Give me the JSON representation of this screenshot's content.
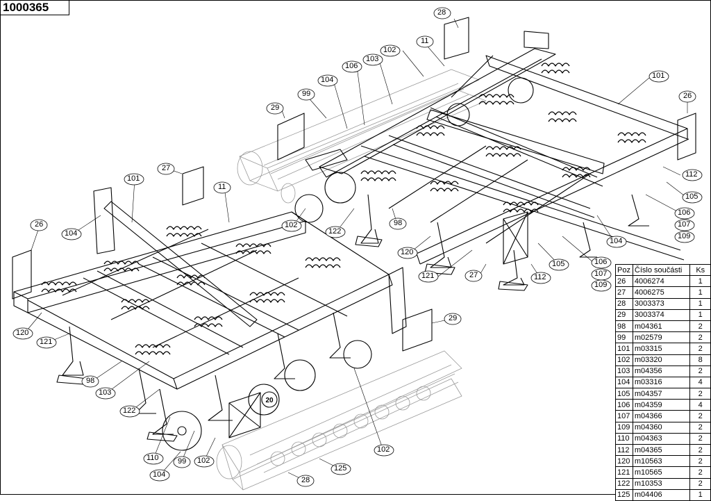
{
  "drawing_number": "1000365",
  "table": {
    "headers": [
      "Poz",
      "Číslo součásti",
      "Ks"
    ],
    "rows": [
      [
        "26",
        "4006274",
        "1"
      ],
      [
        "27",
        "4006275",
        "1"
      ],
      [
        "28",
        "3003373",
        "1"
      ],
      [
        "29",
        "3003374",
        "1"
      ],
      [
        "98",
        "m04361",
        "2"
      ],
      [
        "99",
        "m02579",
        "2"
      ],
      [
        "101",
        "m03315",
        "2"
      ],
      [
        "102",
        "m03320",
        "8"
      ],
      [
        "103",
        "m04356",
        "2"
      ],
      [
        "104",
        "m03316",
        "4"
      ],
      [
        "105",
        "m04357",
        "2"
      ],
      [
        "106",
        "m04359",
        "4"
      ],
      [
        "107",
        "m04366",
        "2"
      ],
      [
        "109",
        "m04360",
        "2"
      ],
      [
        "110",
        "m04363",
        "2"
      ],
      [
        "112",
        "m04365",
        "2"
      ],
      [
        "120",
        "m10563",
        "2"
      ],
      [
        "121",
        "m10565",
        "2"
      ],
      [
        "122",
        "m10353",
        "2"
      ],
      [
        "125",
        "m04406",
        "1"
      ]
    ]
  },
  "callouts": [
    "28",
    "11",
    "102",
    "103",
    "106",
    "104",
    "99",
    "29",
    "101",
    "26",
    "112",
    "105",
    "106",
    "107",
    "109",
    "104",
    "106",
    "107",
    "109",
    "112",
    "105",
    "27",
    "120",
    "121",
    "98",
    "122",
    "102",
    "27",
    "101",
    "11",
    "26",
    "104",
    "120",
    "121",
    "98",
    "103",
    "122",
    "110",
    "99",
    "104",
    "102",
    "125",
    "28",
    "102",
    "29"
  ],
  "plate_text": "20"
}
